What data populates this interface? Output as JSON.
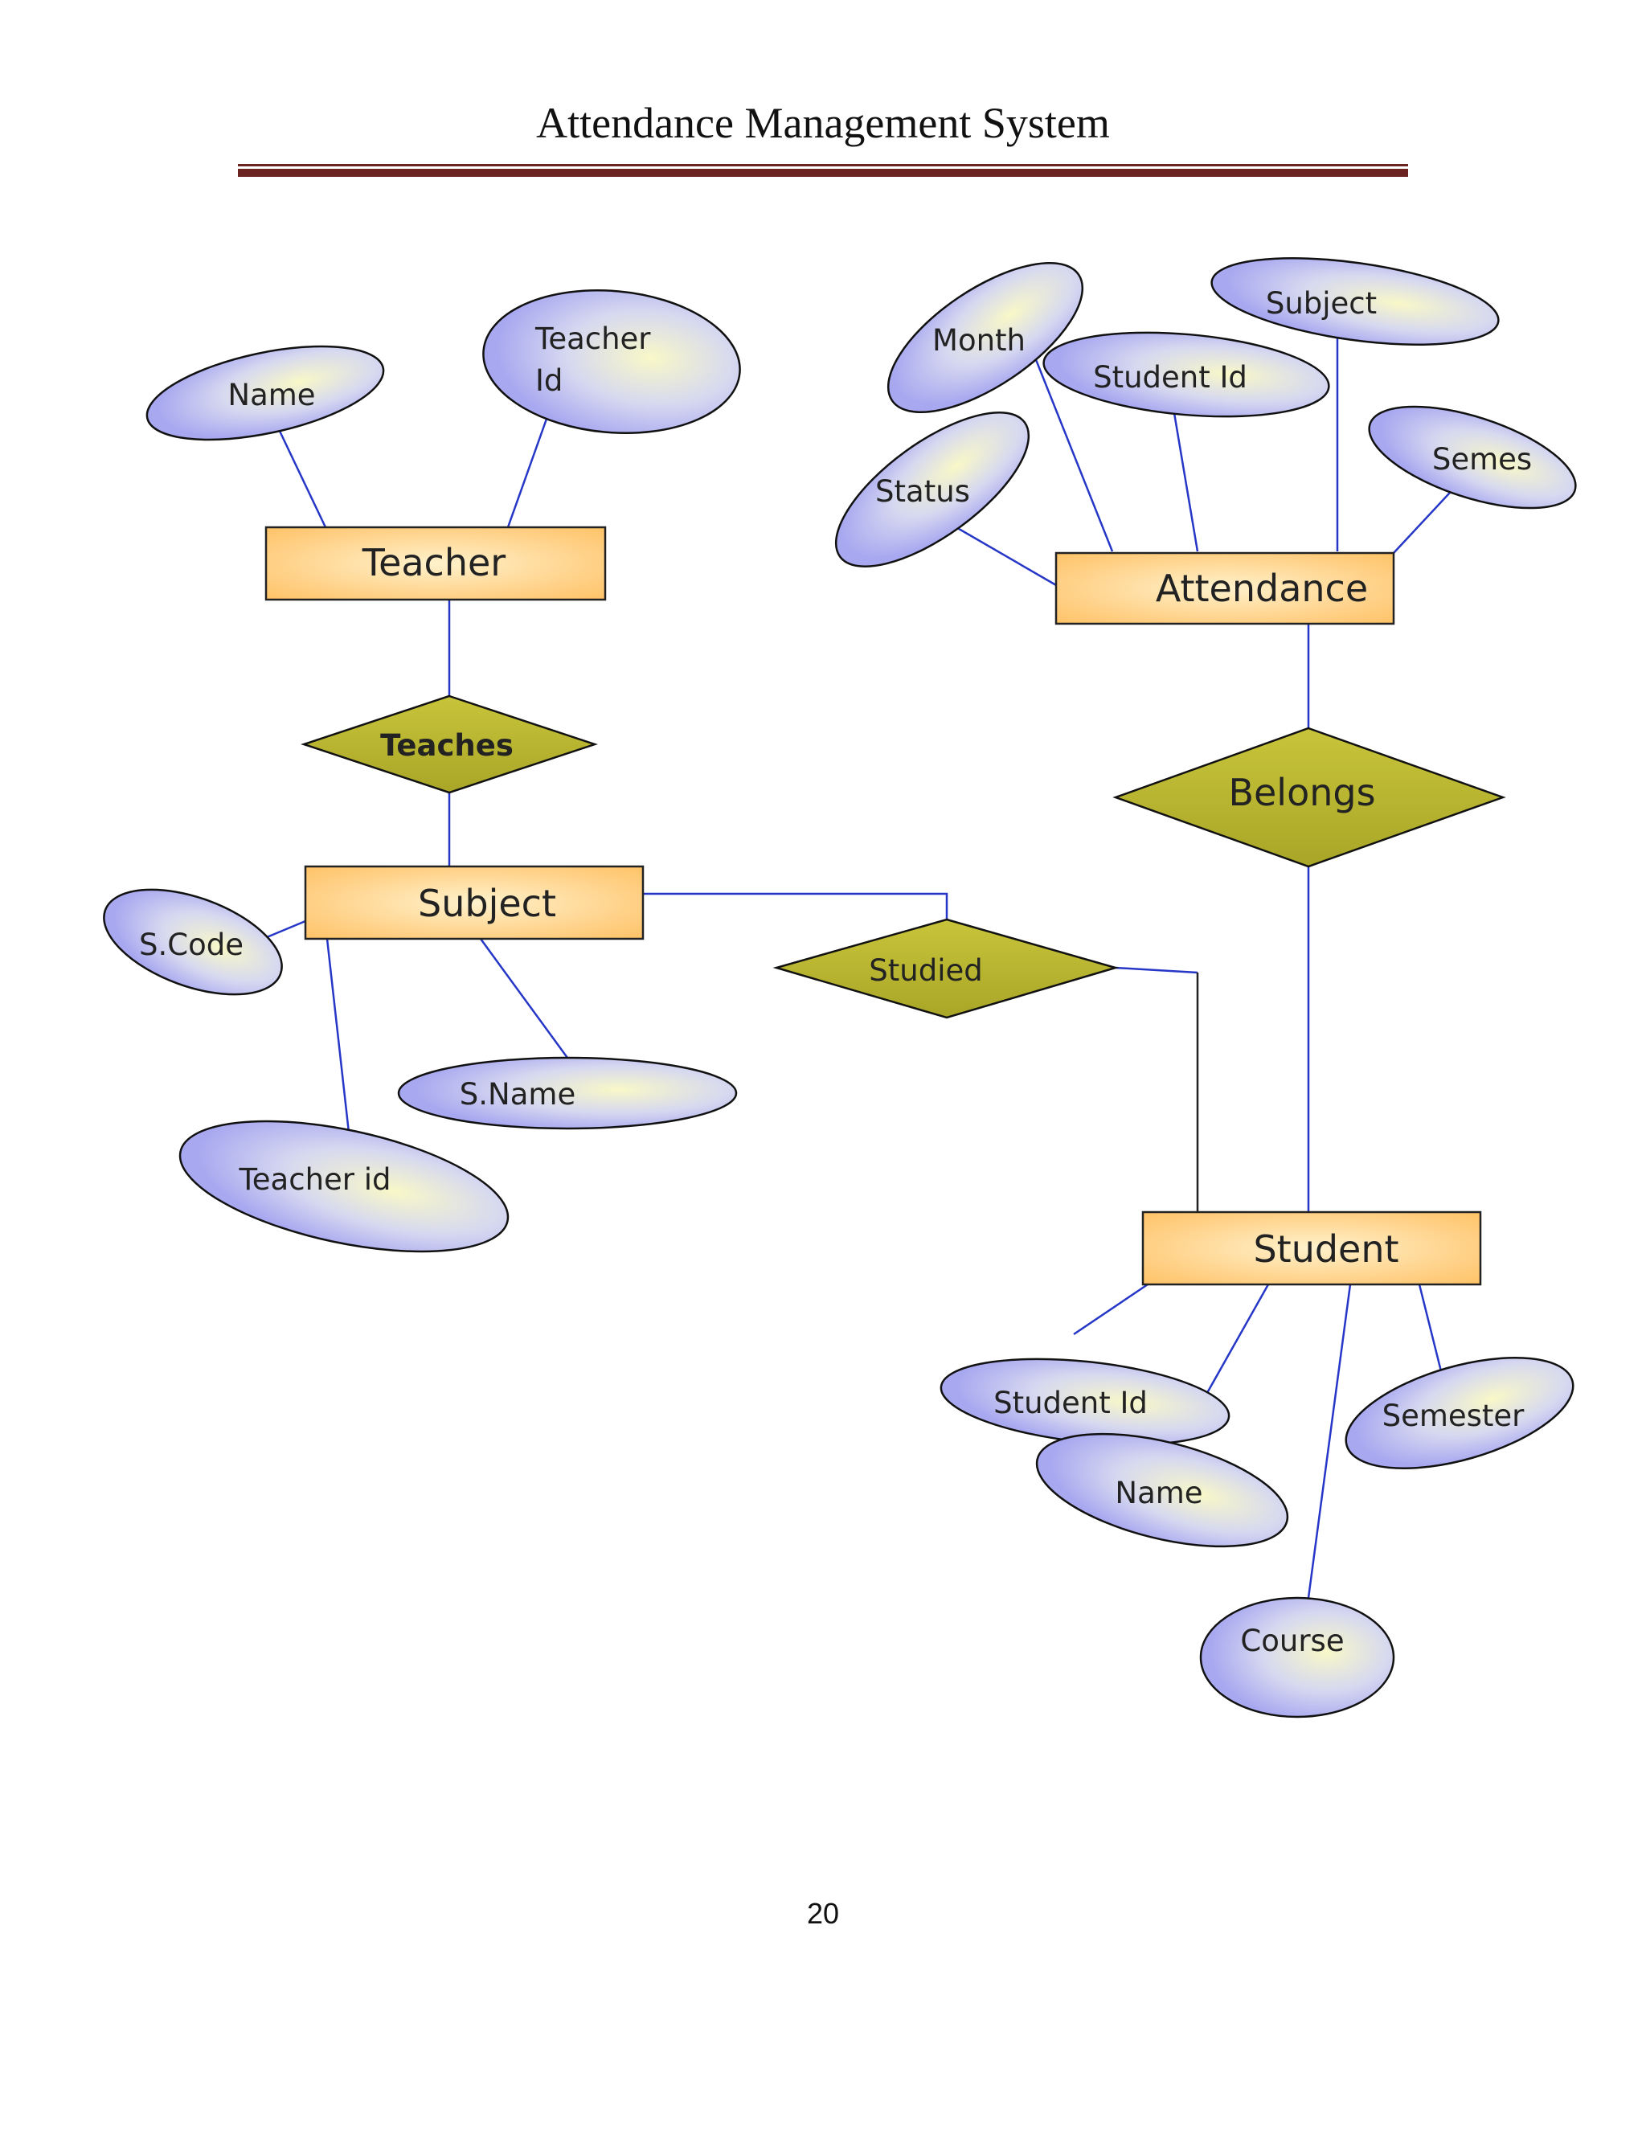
{
  "header": {
    "title": "Attendance Management System"
  },
  "footer": {
    "page_number": "20"
  },
  "diagram": {
    "entities": {
      "teacher": "Teacher",
      "attendance": "Attendance",
      "subject": "Subject",
      "student": "Student"
    },
    "relationships": {
      "teaches": "Teaches",
      "belongs": "Belongs",
      "studied": "Studied"
    },
    "attributes": {
      "teacher_name": "Name",
      "teacher_id_line1": "Teacher",
      "teacher_id_line2": "Id",
      "att_month": "Month",
      "att_student_id": "Student Id",
      "att_subject": "Subject",
      "att_status": "Status",
      "att_semes": "Semes",
      "subj_code": "S.Code",
      "subj_name": "S.Name",
      "subj_teacher_id": "Teacher id",
      "stu_student_id": "Student Id",
      "stu_name": "Name",
      "stu_semester": "Semester",
      "stu_course": "Course"
    }
  }
}
